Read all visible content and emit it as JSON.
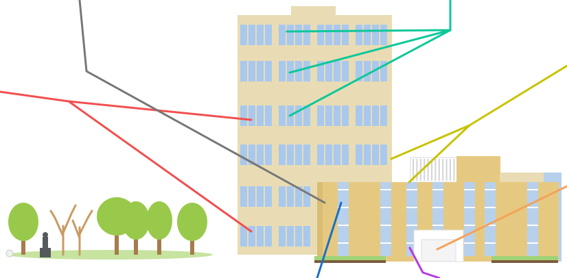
{
  "scene": {
    "colors": {
      "background": "#ffffff",
      "tower_wall": "#e9dcb4",
      "tower_window": "#a9c8ee",
      "lowrise_wall": "#e6c980",
      "lowrise_pilaster": "#d9bd72",
      "lowrise_window": "#b7d0ec",
      "entrance_canopy": "#ffffff",
      "planter": "#a1d276",
      "planter_base": "#7c5c3a",
      "tree_foliage": "#99c94a",
      "tree_trunk": "#a77b4c",
      "bare_branch": "#c89b63",
      "monument": "#55595b"
    },
    "leader_lines": [
      {
        "color": "#0ec79a",
        "target": "tower-upper-windows"
      },
      {
        "color": "#f24f4f",
        "target": "tower-middle-and-base"
      },
      {
        "color": "#777777",
        "target": "lowrise-west-end"
      },
      {
        "color": "#c8c200",
        "target": "tower-east-side-and-lowrise-roof"
      },
      {
        "color": "#f3a25b",
        "target": "lowrise-east-wing"
      },
      {
        "color": "#1b6fc4",
        "target": "lowrise-pilaster"
      },
      {
        "color": "#b43be0",
        "target": "entrance"
      }
    ]
  }
}
